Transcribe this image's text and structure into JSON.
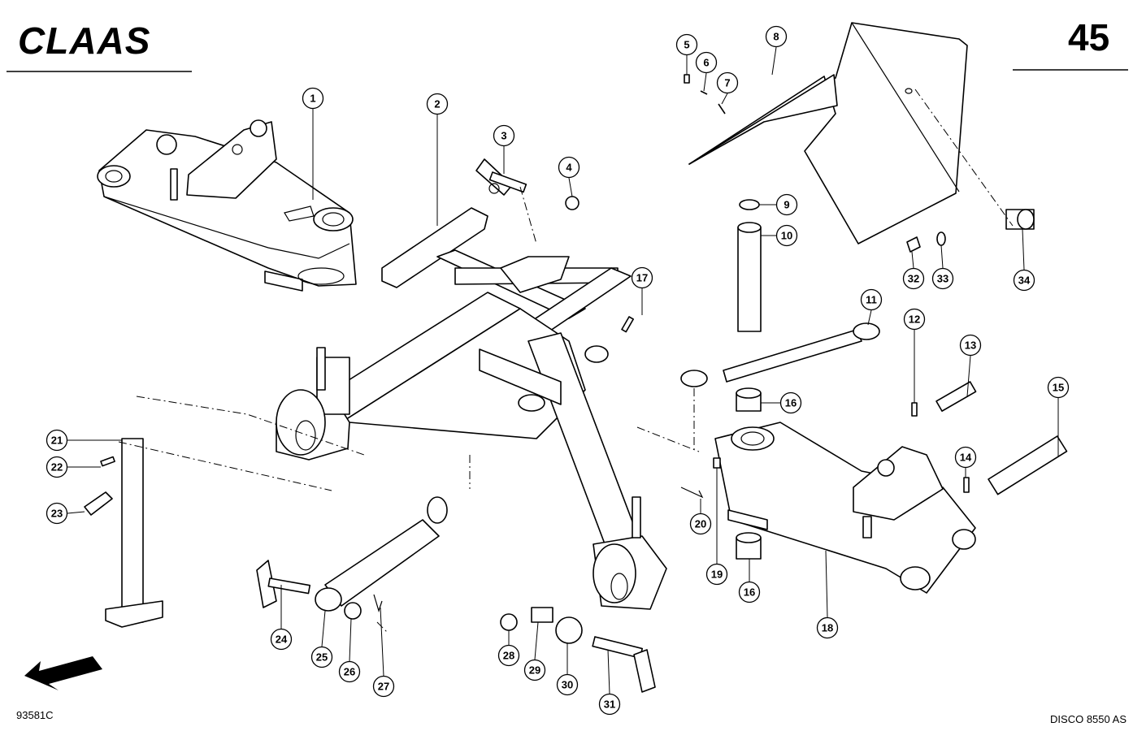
{
  "header": {
    "brand": "CLAAS",
    "page_number": "45"
  },
  "footer": {
    "drawing_id": "93581C",
    "model": "DISCO 8550 AS"
  },
  "callouts": [
    {
      "label": "1"
    },
    {
      "label": "2"
    },
    {
      "label": "3"
    },
    {
      "label": "4"
    },
    {
      "label": "5"
    },
    {
      "label": "6"
    },
    {
      "label": "7"
    },
    {
      "label": "8"
    },
    {
      "label": "9"
    },
    {
      "label": "10"
    },
    {
      "label": "11"
    },
    {
      "label": "12"
    },
    {
      "label": "13"
    },
    {
      "label": "14"
    },
    {
      "label": "15"
    },
    {
      "label": "16"
    },
    {
      "label": "16"
    },
    {
      "label": "17"
    },
    {
      "label": "18"
    },
    {
      "label": "19"
    },
    {
      "label": "20"
    },
    {
      "label": "21"
    },
    {
      "label": "22"
    },
    {
      "label": "23"
    },
    {
      "label": "24"
    },
    {
      "label": "25"
    },
    {
      "label": "26"
    },
    {
      "label": "27"
    },
    {
      "label": "28"
    },
    {
      "label": "29"
    },
    {
      "label": "30"
    },
    {
      "label": "31"
    },
    {
      "label": "32"
    },
    {
      "label": "33"
    },
    {
      "label": "34"
    }
  ],
  "icons": {
    "direction": "arrow-left-down-icon"
  }
}
